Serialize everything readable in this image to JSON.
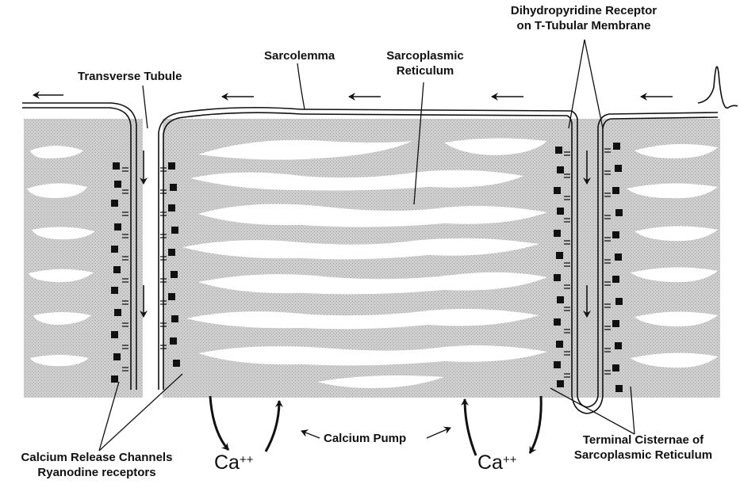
{
  "labels": {
    "dhp_line1": "Dihydropyridine Receptor",
    "dhp_line2": "on T-Tubular Membrane",
    "sarcolemma": "Sarcolemma",
    "sr_line1": "Sarcoplasmic",
    "sr_line2": "Reticulum",
    "transverse_tubule": "Transverse Tubule",
    "release_line1": "Calcium Release Channels",
    "release_line2": "Ryanodine receptors",
    "calcium_pump": "Calcium Pump",
    "cisternae_line1": "Terminal Cisternae of",
    "cisternae_line2": "Sarcoplasmic Reticulum",
    "ca_base": "Ca",
    "ca_charge": "++"
  },
  "colors": {
    "stipple": "#c9c9c9",
    "line": "#111111",
    "receptor": "#111111"
  },
  "icons": [
    "left-arrow-icon",
    "down-arrow-icon",
    "action-potential-icon"
  ]
}
